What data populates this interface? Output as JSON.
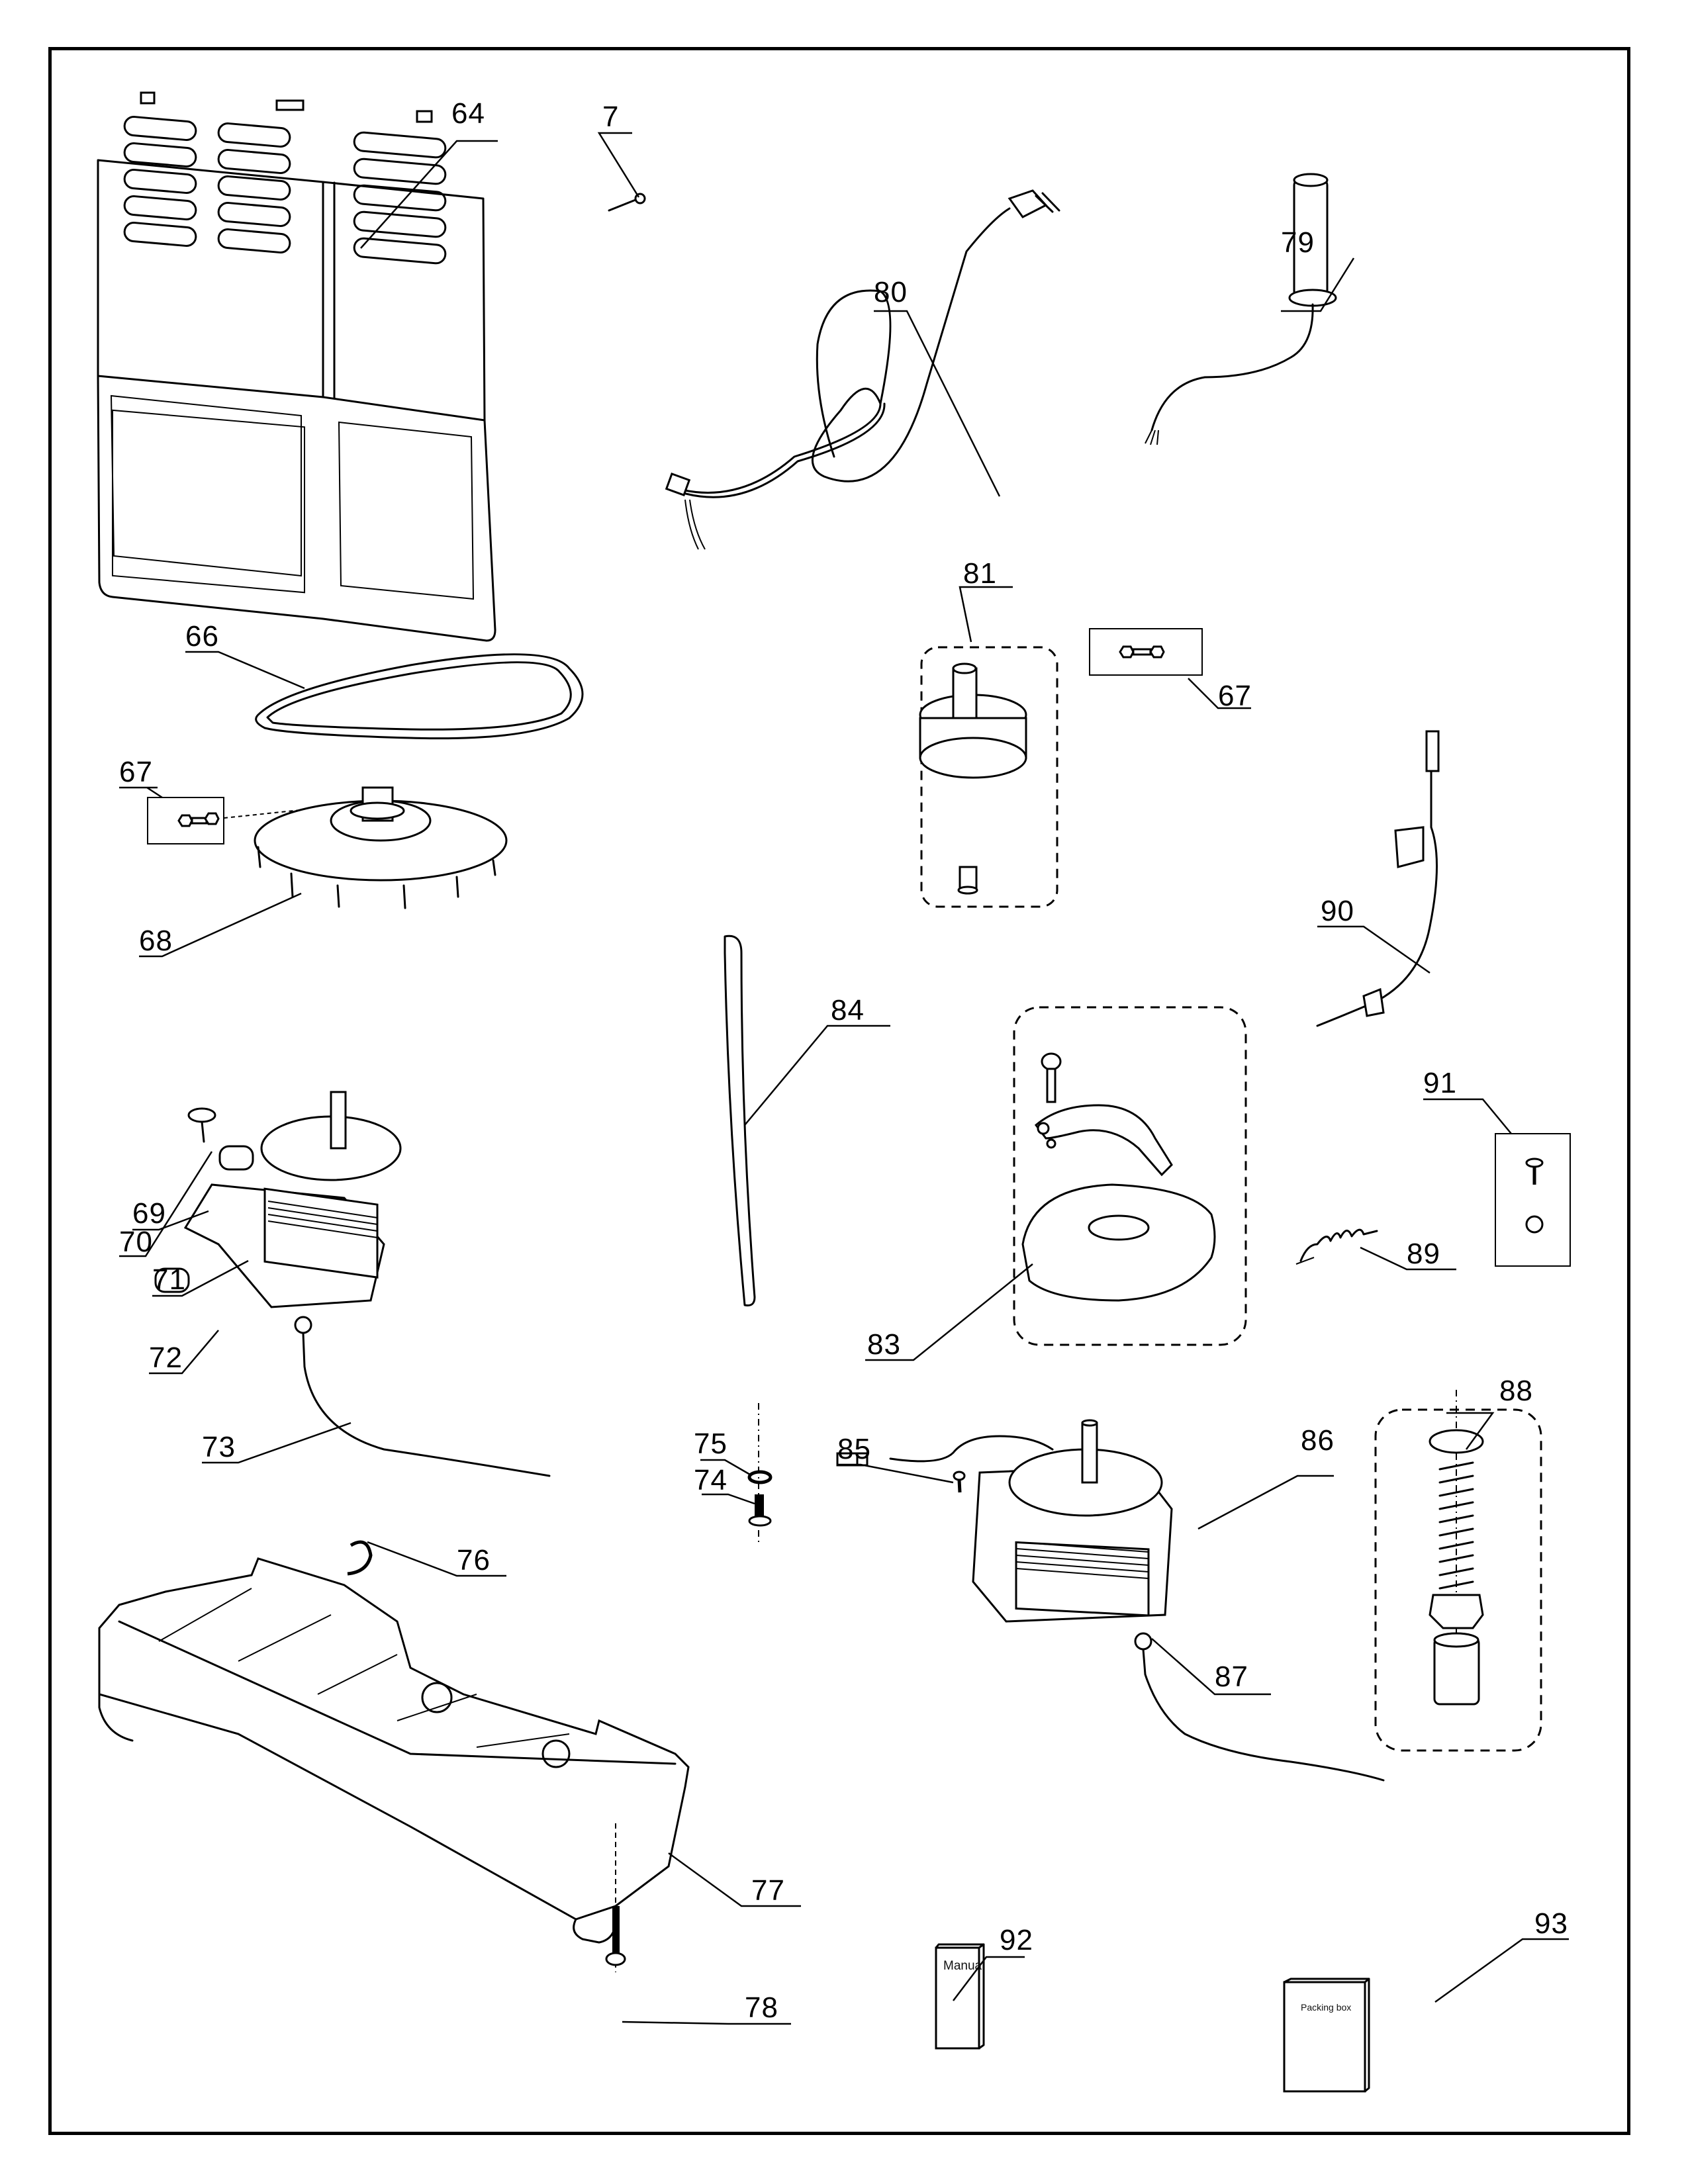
{
  "diagram": {
    "type": "exploded parts diagram",
    "parts": [
      {
        "id": "64",
        "label": "64",
        "item": "rear cover panel with vents"
      },
      {
        "id": "7",
        "label": "7",
        "item": "screw"
      },
      {
        "id": "80",
        "label": "80",
        "item": "power cord with plug"
      },
      {
        "id": "79",
        "label": "79",
        "item": "cord grommet with wires"
      },
      {
        "id": "66",
        "label": "66",
        "item": "drive belt"
      },
      {
        "id": "67a",
        "label": "67",
        "item": "bolt and nut set"
      },
      {
        "id": "68",
        "label": "68",
        "item": "motor pulley fan"
      },
      {
        "id": "81",
        "label": "81",
        "item": "pulley hub assembly"
      },
      {
        "id": "67b",
        "label": "67",
        "item": "bolt and nut set"
      },
      {
        "id": "90",
        "label": "90",
        "item": "switch wire with clip"
      },
      {
        "id": "84",
        "label": "84",
        "item": "brake lever"
      },
      {
        "id": "69",
        "label": "69",
        "item": "screw"
      },
      {
        "id": "70",
        "label": "70",
        "item": "rubber bushing"
      },
      {
        "id": "71",
        "label": "71",
        "item": "wash motor with bracket"
      },
      {
        "id": "72",
        "label": "72",
        "item": "rubber bushing"
      },
      {
        "id": "73",
        "label": "73",
        "item": "ground wire"
      },
      {
        "id": "83",
        "label": "83",
        "item": "brake assembly"
      },
      {
        "id": "91",
        "label": "91",
        "item": "screw and clip set"
      },
      {
        "id": "89",
        "label": "89",
        "item": "spring"
      },
      {
        "id": "75",
        "label": "75",
        "item": "washer"
      },
      {
        "id": "74",
        "label": "74",
        "item": "bolt"
      },
      {
        "id": "85",
        "label": "85",
        "item": "screw"
      },
      {
        "id": "86",
        "label": "86",
        "item": "spin motor"
      },
      {
        "id": "88",
        "label": "88",
        "item": "shock absorber assembly"
      },
      {
        "id": "76",
        "label": "76",
        "item": "retaining clip"
      },
      {
        "id": "77",
        "label": "77",
        "item": "base"
      },
      {
        "id": "87",
        "label": "87",
        "item": "ground wire"
      },
      {
        "id": "78",
        "label": "78",
        "item": "screw"
      },
      {
        "id": "92",
        "label": "92",
        "item": "manual"
      },
      {
        "id": "93",
        "label": "93",
        "item": "packing box"
      }
    ],
    "captions": {
      "manual": "Manual",
      "packing_box": "Packing box"
    }
  }
}
